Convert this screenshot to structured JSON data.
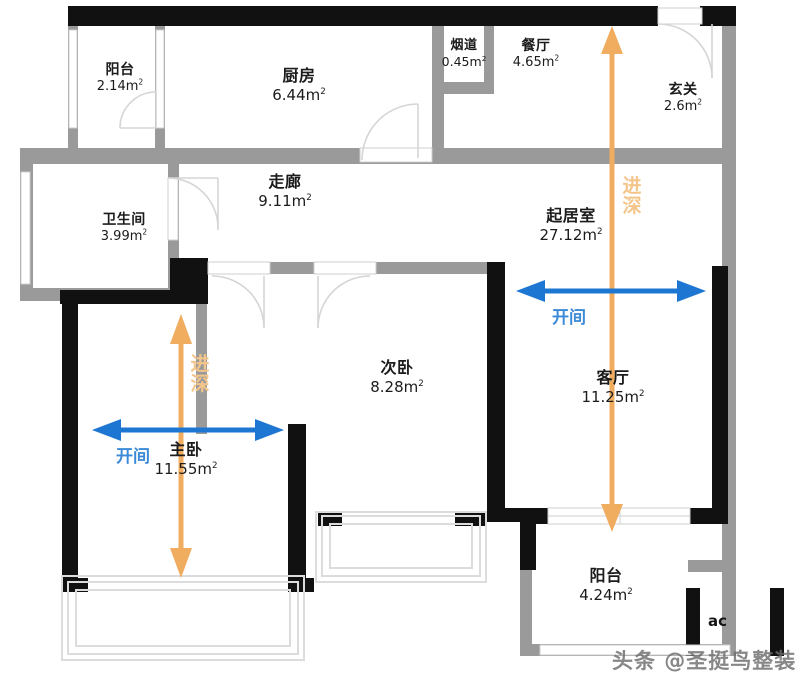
{
  "plan": {
    "title_watermark": "头条 @圣挺鸟整装",
    "colors": {
      "wall_black": "#111111",
      "wall_gray": "#9a9a9a",
      "depth_arrow": "#f0ad5f",
      "depth_text": "#f4c58a",
      "width_arrow": "#1d76d1",
      "width_text": "#3b8ad8",
      "floor": "#ffffff",
      "window_line": "#d9d9d9",
      "text": "#1b1b1b"
    },
    "rooms": [
      {
        "key": "balcony_nw",
        "name": "阳台",
        "area": "2.14",
        "unit": "m",
        "sup": "2"
      },
      {
        "key": "kitchen",
        "name": "厨房",
        "area": "6.44",
        "unit": "m",
        "sup": "2"
      },
      {
        "key": "flue",
        "name": "烟道",
        "area": "0.45",
        "unit": "m",
        "sup": "2"
      },
      {
        "key": "dining",
        "name": "餐厅",
        "area": "4.65",
        "unit": "m",
        "sup": "2"
      },
      {
        "key": "entry",
        "name": "玄关",
        "area": "2.6",
        "unit": "m",
        "sup": "2"
      },
      {
        "key": "corridor",
        "name": "走廊",
        "area": "9.11",
        "unit": "m",
        "sup": "2"
      },
      {
        "key": "bathroom",
        "name": "卫生间",
        "area": "3.99",
        "unit": "m",
        "sup": "2"
      },
      {
        "key": "living",
        "name": "起居室",
        "area": "27.12",
        "unit": "m",
        "sup": "2"
      },
      {
        "key": "bedroom2",
        "name": "次卧",
        "area": "8.28",
        "unit": "m",
        "sup": "2"
      },
      {
        "key": "bedroom1",
        "name": "主卧",
        "area": "11.55",
        "unit": "m",
        "sup": "2"
      },
      {
        "key": "lounge",
        "name": "客厅",
        "area": "11.25",
        "unit": "m",
        "sup": "2"
      },
      {
        "key": "balcony_se",
        "name": "阳台",
        "area": "4.24",
        "unit": "m",
        "sup": "2"
      }
    ],
    "annotations": {
      "depth_label": "进深",
      "depth_char_1": "进",
      "depth_char_2": "深",
      "width_label": "开间",
      "ac_label": "ac"
    }
  }
}
